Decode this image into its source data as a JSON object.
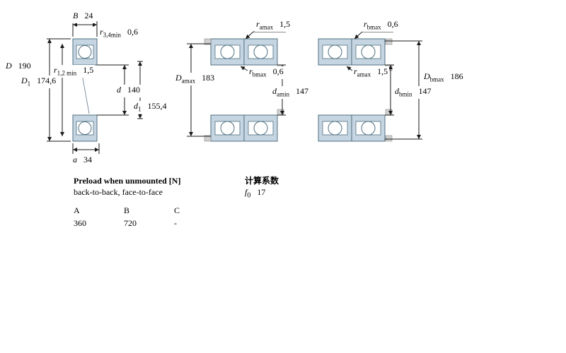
{
  "colors": {
    "bearing_fill": "#c5d5e1",
    "bearing_outline": "#50707f",
    "dimension_line": "#1a1a1a",
    "shoulder_gray": "#d0d0d0"
  },
  "figures": {
    "left": {
      "labels": {
        "B": {
          "main": "B",
          "value": "24"
        },
        "r34": {
          "main": "r",
          "sub": "3,4min",
          "value": "0,6"
        },
        "D": {
          "main": "D",
          "value": "190"
        },
        "r12": {
          "main": "r",
          "sub": "1,2 min",
          "value": "1,5"
        },
        "D1": {
          "main": "D",
          "sub": "1",
          "value": "174,6"
        },
        "d": {
          "main": "d",
          "value": "140"
        },
        "d1": {
          "main": "d",
          "sub": "1",
          "value": "155,4"
        },
        "a": {
          "main": "a",
          "value": "34"
        }
      }
    },
    "middle": {
      "labels": {
        "ramax": {
          "main": "r",
          "sub": "amax",
          "value": "1,5"
        },
        "rbmax": {
          "main": "r",
          "sub": "bmax",
          "value": "0,6"
        },
        "Damax": {
          "main": "D",
          "sub": "amax",
          "value": "183"
        },
        "damin": {
          "main": "d",
          "sub": "amin",
          "value": "147"
        }
      }
    },
    "right": {
      "labels": {
        "rbmax": {
          "main": "r",
          "sub": "bmax",
          "value": "0,6"
        },
        "ramax": {
          "main": "r",
          "sub": "amax",
          "value": "1,5"
        },
        "Dbmax": {
          "main": "D",
          "sub": "bmax",
          "value": "186"
        },
        "dbmin": {
          "main": "d",
          "sub": "bmin",
          "value": "147"
        }
      }
    }
  },
  "preload": {
    "title": "Preload when unmounted [N]",
    "subtitle": "back-to-back, face-to-face",
    "columns": [
      "A",
      "B",
      "C"
    ],
    "values": [
      "360",
      "720",
      "-"
    ]
  },
  "factors": {
    "title": "计算系数",
    "f0": {
      "main": "f",
      "sub": "0",
      "value": "17"
    }
  }
}
